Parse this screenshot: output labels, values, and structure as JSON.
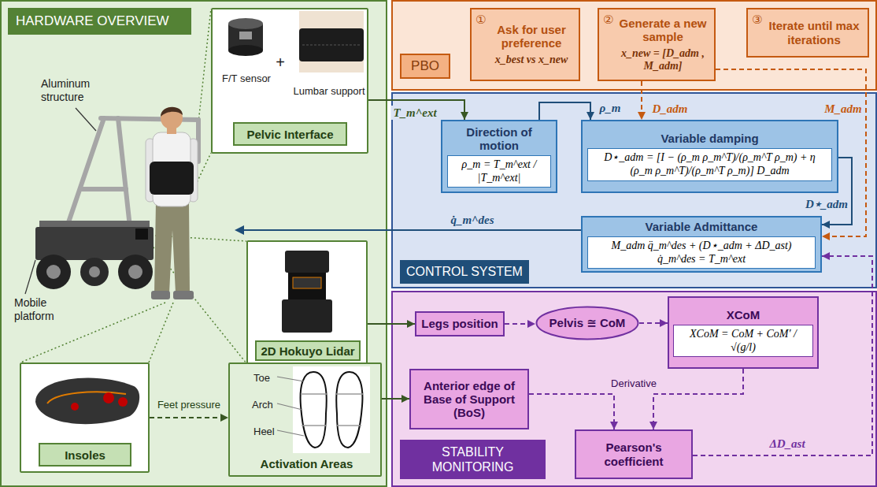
{
  "diagram": {
    "nodes": [
      {
        "text": [
          "HARDWARE OVERVIEW"
        ]
      },
      {
        "text": [
          "F/T sensor",
          "+",
          "Lumbar support",
          "Pelvic Interface"
        ],
        "in": 0
      },
      {
        "text": [
          "2D Hokuyo Lidar"
        ],
        "in": 0
      },
      {
        "text": [
          "Insoles"
        ],
        "in": 0
      },
      {
        "text": [
          "Toe",
          "Arch",
          "Heel",
          "Activation Areas"
        ],
        "in": 0
      },
      {
        "text": [
          "PBO"
        ]
      },
      {
        "text": [
          "①",
          "Ask for user preference",
          "x_best vs x_new"
        ],
        "in": 5
      },
      {
        "text": [
          "②",
          "Generate a new sample",
          "x_new = [D_adm , M_adm]"
        ],
        "in": 5
      },
      {
        "text": [
          "③",
          "Iterate until max iterations"
        ],
        "in": 5
      },
      {
        "text": [
          "CONTROL SYSTEM"
        ]
      },
      {
        "text": [
          "Direction of motion",
          "ρ_m = T_m^ext / |T_m^ext|"
        ],
        "in": 9
      },
      {
        "text": [
          "Variable damping",
          "D⋆_adm = [I − (ρ_m ρ_m^T)/(ρ_m^T ρ_m) + η (ρ_m ρ_m^T)/(ρ_m^T ρ_m)] D_adm"
        ],
        "in": 9
      },
      {
        "text": [
          "Variable Admittance",
          "M_adm q̈_m^des + (D⋆_adm + ΔD_ast) q̇_m^des = T_m^ext"
        ],
        "in": 9
      },
      {
        "text": [
          "STABILITY MONITORING"
        ]
      },
      {
        "text": [
          "Legs position"
        ],
        "in": 13
      },
      {
        "text": [
          "Pelvis ≅ CoM"
        ],
        "in": 13
      },
      {
        "text": [
          "XCoM",
          "XCoM = CoM + CoM′ / √(g/l)"
        ],
        "in": 13
      },
      {
        "text": [
          "Anterior edge of Base of Support (BoS)"
        ],
        "in": 13
      },
      {
        "text": [
          "Pearson's coefficient"
        ],
        "in": 13
      }
    ],
    "edges": [
      {
        "from": 1,
        "to": 10,
        "label": "T_m^ext",
        "arrow": "to"
      },
      {
        "from": 10,
        "to": 11,
        "label": "ρ_m",
        "arrow": "to"
      },
      {
        "from": 7,
        "to": 11,
        "label": "D_adm",
        "arrow": "to"
      },
      {
        "from": 7,
        "to": 12,
        "label": "M_adm",
        "arrow": "to"
      },
      {
        "from": 11,
        "to": 12,
        "label": "D⋆_adm",
        "arrow": "to"
      },
      {
        "from": 2,
        "to": 14,
        "arrow": "to"
      },
      {
        "from": 3,
        "to": 4,
        "label": "Feet pressure",
        "arrow": "to"
      },
      {
        "from": 4,
        "to": 17,
        "arrow": "to"
      },
      {
        "from": 14,
        "to": 15,
        "arrow": "to"
      },
      {
        "from": 15,
        "to": 16,
        "arrow": "to"
      },
      {
        "from": 17,
        "to": 18,
        "label": "Derivative",
        "arrow": "to"
      },
      {
        "from": 16,
        "to": 18,
        "arrow": "to"
      },
      {
        "from": 18,
        "to": 12,
        "label": "ΔD_ast",
        "arrow": "to"
      }
    ],
    "labels": [
      "Aluminum structure",
      "Mobile platform",
      "q̇_m^des"
    ]
  }
}
